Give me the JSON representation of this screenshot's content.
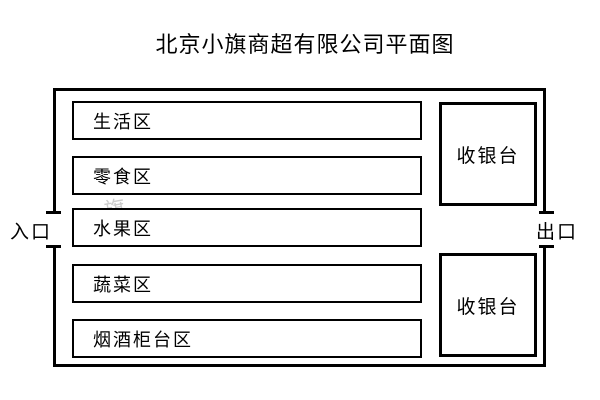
{
  "title": "北京小旗商超有限公司平面图",
  "floor_plan": {
    "zones": [
      {
        "label": "生活区"
      },
      {
        "label": "零食区"
      },
      {
        "label": "水果区"
      },
      {
        "label": "蔬菜区"
      },
      {
        "label": "烟酒柜台区"
      }
    ],
    "cashiers": [
      {
        "label": "收银台"
      },
      {
        "label": "收银台"
      }
    ],
    "entrance_label": "入口",
    "exit_label": "出口",
    "watermark": "中旗"
  },
  "colors": {
    "line": "#000000",
    "background": "#ffffff",
    "watermark": "#b9b9b9"
  }
}
